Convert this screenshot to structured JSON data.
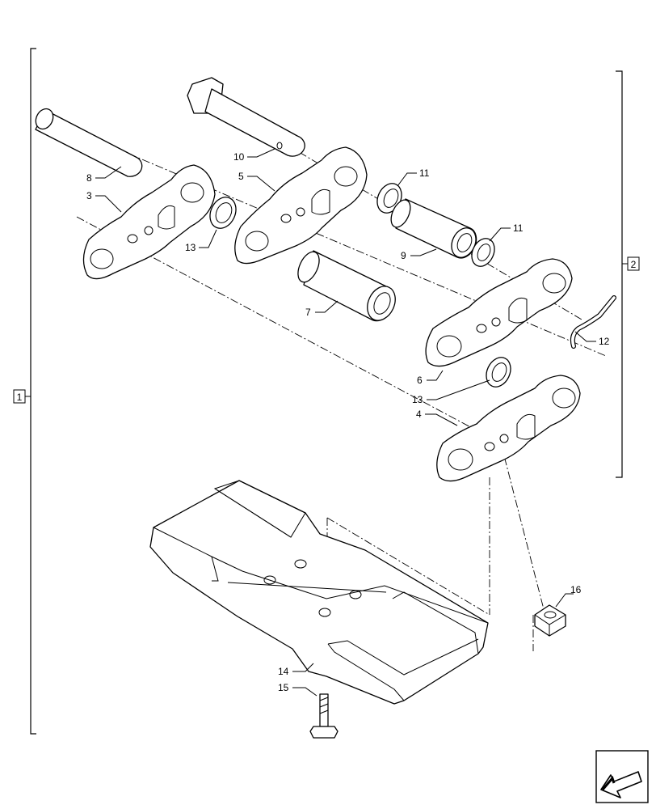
{
  "callouts": {
    "c1": "1",
    "c2": "2",
    "c3": "3",
    "c4": "4",
    "c5": "5",
    "c6": "6",
    "c7": "7",
    "c8": "8",
    "c9": "9",
    "c10": "10",
    "c11a": "11",
    "c11b": "11",
    "c12": "12",
    "c13a": "13",
    "c13b": "13",
    "c14": "14",
    "c15": "15",
    "c16": "16"
  },
  "icons": {
    "nav": "arrow-back-icon"
  }
}
